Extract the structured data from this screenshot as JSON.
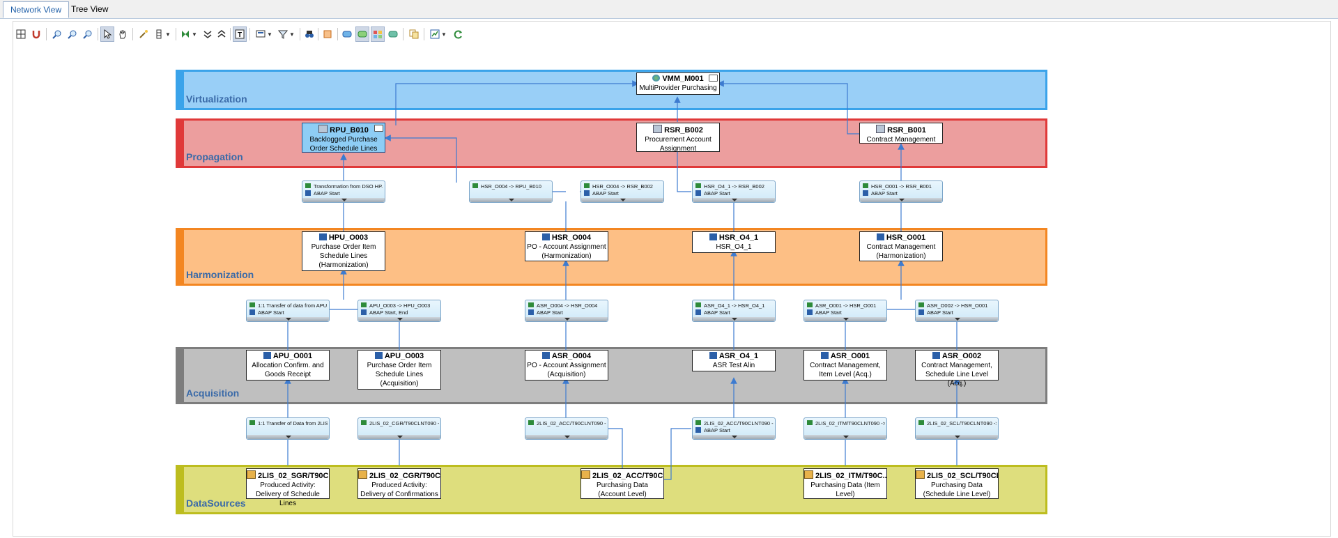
{
  "tabs": [
    {
      "label": "Network View",
      "active": true
    },
    {
      "label": "Tree View",
      "active": false
    }
  ],
  "toolbar": [
    {
      "icon": "grid-layout-icon"
    },
    {
      "icon": "magnet-icon"
    },
    {
      "icon": "zoom-in-icon"
    },
    {
      "icon": "zoom-100-icon"
    },
    {
      "icon": "zoom-out-icon"
    },
    {
      "icon": "pointer-icon",
      "pressed": true
    },
    {
      "icon": "hand-pan-icon"
    },
    {
      "icon": "magic-wand-icon"
    },
    {
      "icon": "column-view-icon"
    },
    {
      "icon": "expand-network-icon"
    },
    {
      "icon": "collapse-down-icon"
    },
    {
      "icon": "collapse-up-icon"
    },
    {
      "icon": "text-toggle-icon",
      "pressed": true
    },
    {
      "icon": "display-options-icon"
    },
    {
      "icon": "filter-icon"
    },
    {
      "icon": "binoculars-icon"
    },
    {
      "icon": "frame-icon"
    },
    {
      "icon": "layer-1-icon"
    },
    {
      "icon": "layer-2-icon",
      "pressed": true
    },
    {
      "icon": "layer-3-icon",
      "pressed": true
    },
    {
      "icon": "layer-4-icon"
    },
    {
      "icon": "copy-icon"
    },
    {
      "icon": "chart-settings-icon"
    },
    {
      "icon": "refresh-icon"
    }
  ],
  "layers": [
    {
      "name": "Virtualization",
      "color": "#99cff7",
      "border": "#3aa3ea"
    },
    {
      "name": "Propagation",
      "color": "#ec9e9e",
      "border": "#e03939"
    },
    {
      "name": "Harmonization",
      "color": "#fdbf85",
      "border": "#f38621"
    },
    {
      "name": "Acquisition",
      "color": "#bfbfbf",
      "border": "#7d7d7d"
    },
    {
      "name": "DataSources",
      "color": "#dede7d",
      "border": "#bdbd1f"
    }
  ],
  "nodes": {
    "vmm_m001": {
      "title": "VMM_M001",
      "desc": "MultiProvider Purchasing"
    },
    "rpu_b010": {
      "title": "RPU_B010",
      "desc": "Backlogged Purchase Order Schedule Lines"
    },
    "rsr_b002": {
      "title": "RSR_B002",
      "desc": "Procurement Account Assignment"
    },
    "rsr_b001": {
      "title": "RSR_B001",
      "desc": "Contract Management"
    },
    "hpu_o003": {
      "title": "HPU_O003",
      "desc": "Purchase Order Item Schedule Lines (Harmonization)"
    },
    "hsr_o004": {
      "title": "HSR_O004",
      "desc": "PO - Account Assignment (Harmonization)"
    },
    "hsr_o4_1": {
      "title": "HSR_O4_1",
      "desc": "HSR_O4_1"
    },
    "hsr_o001": {
      "title": "HSR_O001",
      "desc": "Contract Management (Harmonization)"
    },
    "apu_o001": {
      "title": "APU_O001",
      "desc": "Allocation Confirm. and Goods Receipt"
    },
    "apu_o003": {
      "title": "APU_O003",
      "desc": "Purchase Order Item Schedule Lines (Acquisition)"
    },
    "asr_o004": {
      "title": "ASR_O004",
      "desc": "PO - Account Assignment (Acquisition)"
    },
    "asr_o4_1": {
      "title": "ASR_O4_1",
      "desc": "ASR Test Alin"
    },
    "asr_o001": {
      "title": "ASR_O001",
      "desc": "Contract Management, Item Level (Acq.)"
    },
    "asr_o002": {
      "title": "ASR_O002",
      "desc": "Contract Management, Schedule Line Level (Acq.)"
    },
    "ds_sgr": {
      "title": "2LIS_02_SGR/T90C...",
      "desc": "Produced Activity: Delivery of Schedule Lines"
    },
    "ds_cgr": {
      "title": "2LIS_02_CGR/T90C...",
      "desc": "Produced Activity: Delivery of Confirmations"
    },
    "ds_acc": {
      "title": "2LIS_02_ACC/T90C...",
      "desc": "Purchasing Data (Account Level)"
    },
    "ds_itm": {
      "title": "2LIS_02_ITM/T90C...",
      "desc": "Purchasing Data (Item Level)"
    },
    "ds_scl": {
      "title": "2LIS_02_SCL/T90CL...",
      "desc": "Purchasing Data (Schedule Line Level)"
    }
  },
  "transformations": {
    "t_dso_hp": {
      "t1": "Transformation from DSO HP...",
      "t2": "ABAP Start"
    },
    "t_hsr_o004_rpu": {
      "t1": "HSR_O004 -> RPU_B010",
      "t2": ""
    },
    "t_hsr_o004_rsr": {
      "t1": "HSR_O004 -> RSR_B002",
      "t2": "ABAP Start"
    },
    "t_hsr_o41_rsr": {
      "t1": "HSR_O4_1 -> RSR_B002",
      "t2": "ABAP Start"
    },
    "t_hsr_o001_rsr": {
      "t1": "HSR_O001 -> RSR_B001",
      "t2": "ABAP Start"
    },
    "t_apu_1to1": {
      "t1": "1:1 Transfer of data from APU...",
      "t2": "ABAP Start"
    },
    "t_apu_o003_hpu": {
      "t1": "APU_O003 -> HPU_O003",
      "t2": "ABAP Start, End"
    },
    "t_asr_o004_hsr": {
      "t1": "ASR_O004 -> HSR_O004",
      "t2": "ABAP Start"
    },
    "t_asr_o41_hsr": {
      "t1": "ASR_O4_1 -> HSR_O4_1",
      "t2": "ABAP Start"
    },
    "t_asr_o001_hsr": {
      "t1": "ASR_O001 -> HSR_O001",
      "t2": "ABAP Start"
    },
    "t_asr_o002_hsr": {
      "t1": "ASR_O002 -> HSR_O001",
      "t2": "ABAP Start"
    },
    "t_ds_sgr": {
      "t1": "1:1 Transfer of Data from 2LIS...",
      "t2": ""
    },
    "t_ds_cgr": {
      "t1": "2LIS_02_CGR/T90CLNT090 ->...",
      "t2": ""
    },
    "t_ds_acc": {
      "t1": "2LIS_02_ACC/T90CLNT090 ->...",
      "t2": ""
    },
    "t_ds_acc2": {
      "t1": "2LIS_02_ACC/T90CLNT090 ->...",
      "t2": "ABAP Start"
    },
    "t_ds_itm": {
      "t1": "2LIS_02_ITM/T90CLNT090 ->...",
      "t2": ""
    },
    "t_ds_scl": {
      "t1": "2LIS_02_SCL/T90CLNT090 ->...",
      "t2": ""
    }
  }
}
